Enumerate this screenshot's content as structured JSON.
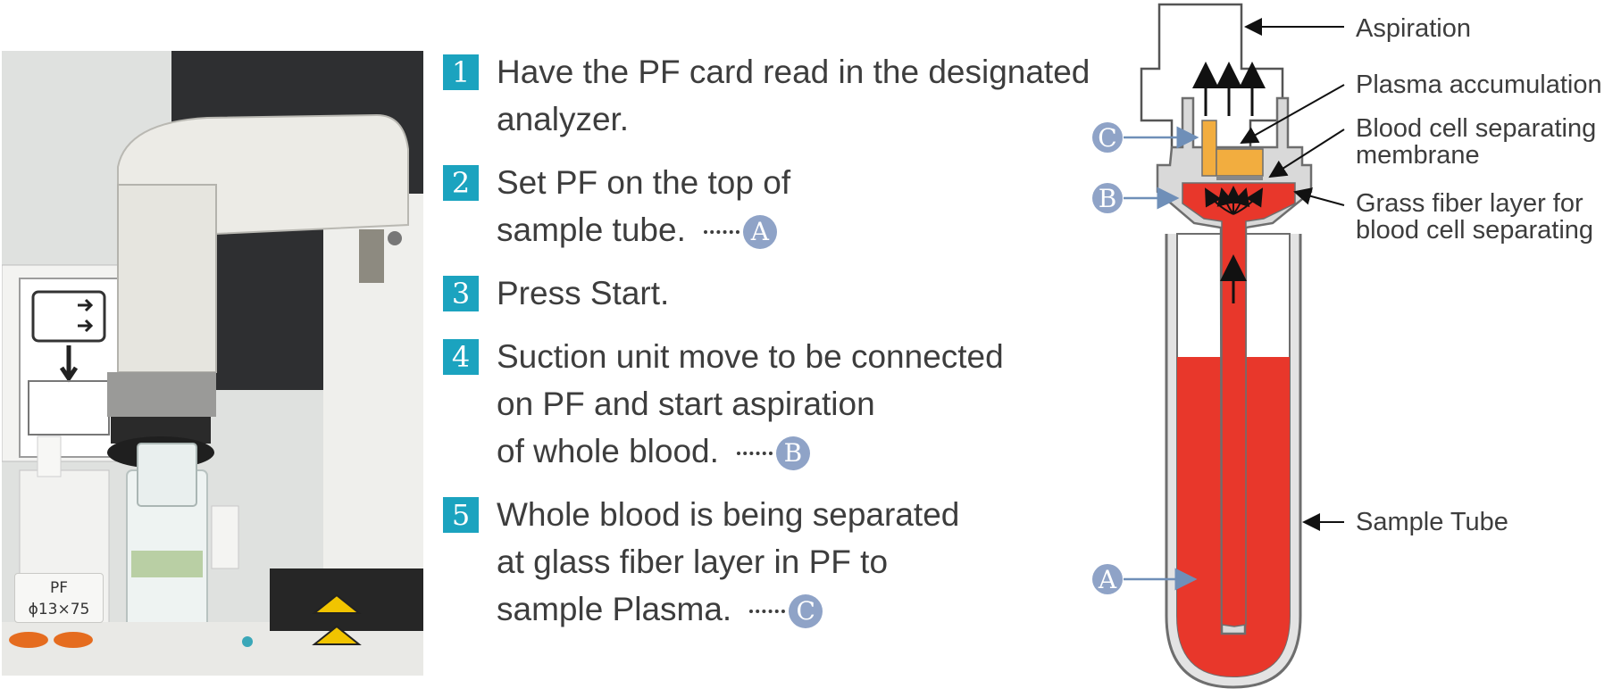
{
  "photo": {
    "tube_label_line1": "PF",
    "tube_label_line2": "ϕ13×75"
  },
  "steps": [
    {
      "number": "1",
      "lines": [
        "Have the PF card read in the designated",
        "analyzer."
      ],
      "ref": ""
    },
    {
      "number": "2",
      "lines": [
        "Set PF on the top of",
        "sample tube."
      ],
      "ref": "A"
    },
    {
      "number": "3",
      "lines": [
        "Press Start."
      ],
      "ref": ""
    },
    {
      "number": "4",
      "lines": [
        "Suction unit move to be connected",
        "on PF and start aspiration",
        "of whole blood."
      ],
      "ref": "B"
    },
    {
      "number": "5",
      "lines": [
        "Whole blood is being separated",
        "at glass fiber layer in PF to",
        "sample Plasma."
      ],
      "ref": "C"
    }
  ],
  "diagram": {
    "labels": {
      "aspiration": "Aspiration",
      "plasma_accumulation": "Plasma accumulation",
      "membrane_line1": "Blood cell separating",
      "membrane_line2": "membrane",
      "fiber_line1": "Grass fiber layer for",
      "fiber_line2": "blood cell separating",
      "sample_tube": "Sample Tube"
    },
    "markers": {
      "a": "A",
      "b": "B",
      "c": "C"
    },
    "colors": {
      "blood": "#e8372b",
      "plasma": "#f2ad3f",
      "marker": "#8fa3c7",
      "step_number": "#1ba3bf",
      "outline": "#6e6e6e",
      "gray_fill": "#d9d9d9"
    }
  }
}
